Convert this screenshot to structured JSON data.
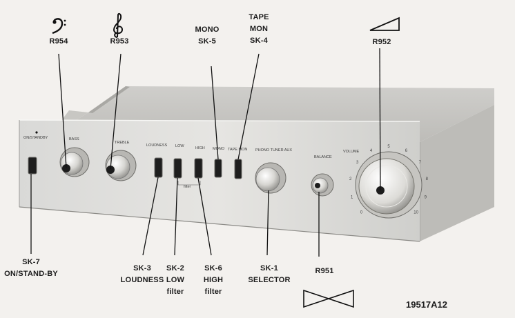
{
  "callouts": {
    "r954": "R954",
    "r953": "R953",
    "mono_line1": "MONO",
    "mono_line2": "SK-5",
    "tapemon_line1": "TAPE",
    "tapemon_line2": "MON",
    "tapemon_line3": "SK-4",
    "r952": "R952",
    "sk7_line1": "SK-7",
    "sk7_line2": "ON/STAND-BY",
    "sk3_line1": "SK-3",
    "sk3_line2": "LOUDNESS",
    "sk2_line1": "SK-2",
    "sk2_line2": "LOW",
    "sk2_line3": "filter",
    "sk6_line1": "SK-6",
    "sk6_line2": "HIGH",
    "sk6_line3": "filter",
    "sk1_line1": "SK-1",
    "sk1_line2": "SELECTOR",
    "r951": "R951"
  },
  "panel_labels": {
    "on_standby": "ON/STANDBY",
    "bass": "BASS",
    "treble": "TREBLE",
    "loudness": "LOUDNESS",
    "low": "LOW",
    "high": "HIGH",
    "filter": "filter",
    "mono": "MONO",
    "tape_mon": "TAPE MON",
    "phono_tuner_aux": "PHONO TUNER AUX",
    "balance": "BALANCE",
    "volume": "VOLUME"
  },
  "volume_scale": [
    "0",
    "1",
    "2",
    "3",
    "4",
    "5",
    "6",
    "7",
    "8",
    "9",
    "10"
  ],
  "icons": [
    "bass-clef-icon",
    "treble-clef-icon",
    "volume-ramp-icon",
    "balance-icon"
  ],
  "reference_number": "19517A12"
}
